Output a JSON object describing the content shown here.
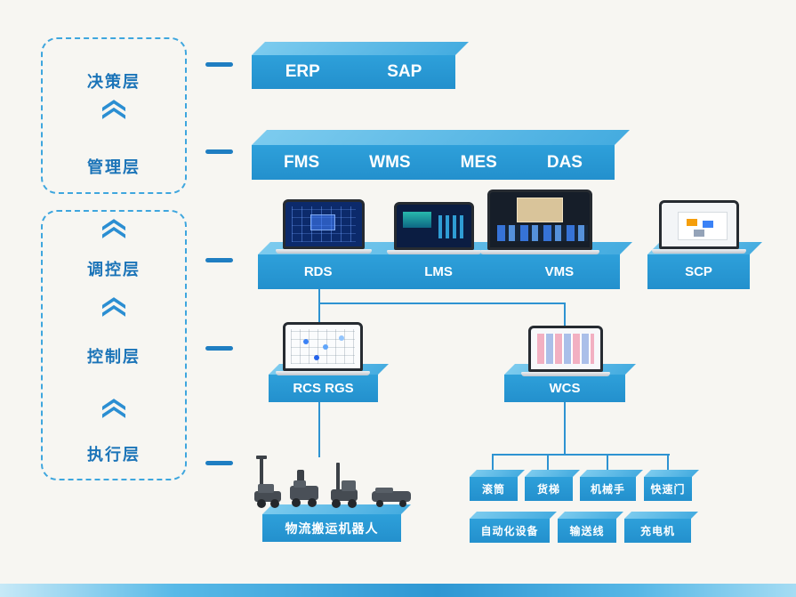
{
  "layer_panel": {
    "group1": {
      "labels": [
        "决策层",
        "管理层"
      ]
    },
    "group2": {
      "labels": [
        "调控层",
        "控制层",
        "执行层"
      ]
    }
  },
  "bars": {
    "decision": [
      "ERP",
      "SAP"
    ],
    "management": [
      "FMS",
      "WMS",
      "MES",
      "DAS"
    ],
    "dispatch": [
      "RDS",
      "LMS",
      "VMS"
    ],
    "scp": "SCP",
    "rcs": "RCS RGS",
    "wcs": "WCS",
    "robots": "物流搬运机器人",
    "devices_row1": [
      "滚筒",
      "货梯",
      "机械手",
      "快速门"
    ],
    "devices_row2": [
      "自动化设备",
      "输送线",
      "充电机"
    ]
  },
  "icons": {
    "layer_arrow": "double-chevron-up",
    "laptops": [
      "rds-screen",
      "lms-screen",
      "vms-screen",
      "scp-screen",
      "rcs-screen",
      "wcs-screen"
    ],
    "robots": "agv-robot-fleet"
  },
  "colors": {
    "bar_front": "#2a99d4",
    "bar_top": "#5fbce8",
    "accent_text": "#1b74b8",
    "connector": "#2e93d2",
    "background": "#f7f6f2"
  }
}
